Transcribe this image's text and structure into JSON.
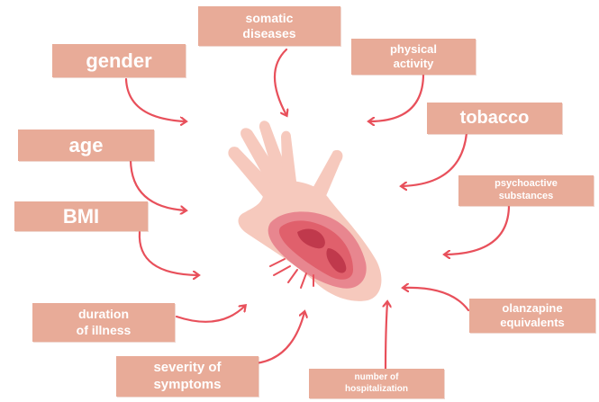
{
  "colors": {
    "label_fill": "#e8ab98",
    "label_text": "#ffffff",
    "arrow": "#e8505b",
    "hand_skin": "#f6c9bd",
    "wound_outer": "#e8868f",
    "wound_mid": "#e0606c",
    "wound_inner": "#c0394c"
  },
  "labels": {
    "somatic_diseases": "somatic\ndiseases",
    "gender": "gender",
    "physical_activity": "physical\nactivity",
    "tobacco": "tobacco",
    "age": "age",
    "psychoactive_substances": "psychoactive\nsubstances",
    "bmi": "BMI",
    "olanzapine_equivalents": "olanzapine\nequivalents",
    "duration_of_illness": "duration\nof illness",
    "severity_of_symptoms": "severity of\nsymptoms",
    "number_of_hospitalization": "number of\nhospitalization"
  },
  "central_icon": "injured-hand-icon"
}
